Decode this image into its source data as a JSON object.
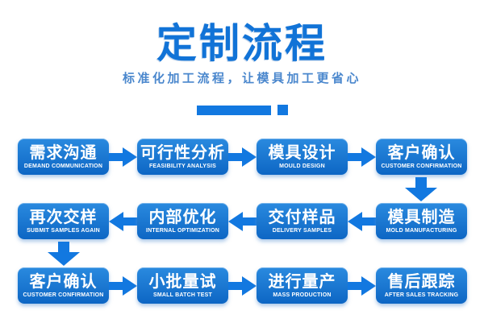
{
  "header": {
    "title": "定制流程",
    "subtitle": "标准化加工流程，让模具加工更省心"
  },
  "flow": {
    "rows": [
      {
        "direction": "left-to-right",
        "steps": [
          {
            "label": "需求沟通",
            "sublabel": "DEMAND COMMUNICATION"
          },
          {
            "label": "可行性分析",
            "sublabel": "FEASIBILITY ANALYSIS"
          },
          {
            "label": "模具设计",
            "sublabel": "MOULD DESIGN"
          },
          {
            "label": "客户确认",
            "sublabel": "CUSTOMER CONFIRMATION"
          }
        ],
        "connector_after": {
          "type": "down-arrow",
          "position": "under-rightmost-box"
        }
      },
      {
        "direction": "right-to-left",
        "steps": [
          {
            "label": "再次交样",
            "sublabel": "SUBMIT SAMPLES AGAIN"
          },
          {
            "label": "内部优化",
            "sublabel": "INTERNAL OPTIMIZATION"
          },
          {
            "label": "交付样品",
            "sublabel": "DELIVERY SAMPLES"
          },
          {
            "label": "模具制造",
            "sublabel": "MOLD MANUFACTURING"
          }
        ],
        "connector_after": {
          "type": "down-arrow",
          "position": "under-leftmost-box"
        }
      },
      {
        "direction": "left-to-right",
        "steps": [
          {
            "label": "客户确认",
            "sublabel": "CUSTOMER CONFIRMATION"
          },
          {
            "label": "小批量试",
            "sublabel": "SMALL BATCH TEST"
          },
          {
            "label": "进行量产",
            "sublabel": "MASS PRODUCTION"
          },
          {
            "label": "售后跟踪",
            "sublabel": "AFTER SALES TRACKING"
          }
        ]
      }
    ]
  },
  "colors": {
    "title_text": "#1173d7",
    "subtitle_text": "#4a87cd",
    "accent_blue": "#1278e0",
    "box_gradient_top": "#2a8adf",
    "box_gradient_bottom": "#0d66c4",
    "box_text": "#ffffff",
    "background": "#ffffff"
  }
}
